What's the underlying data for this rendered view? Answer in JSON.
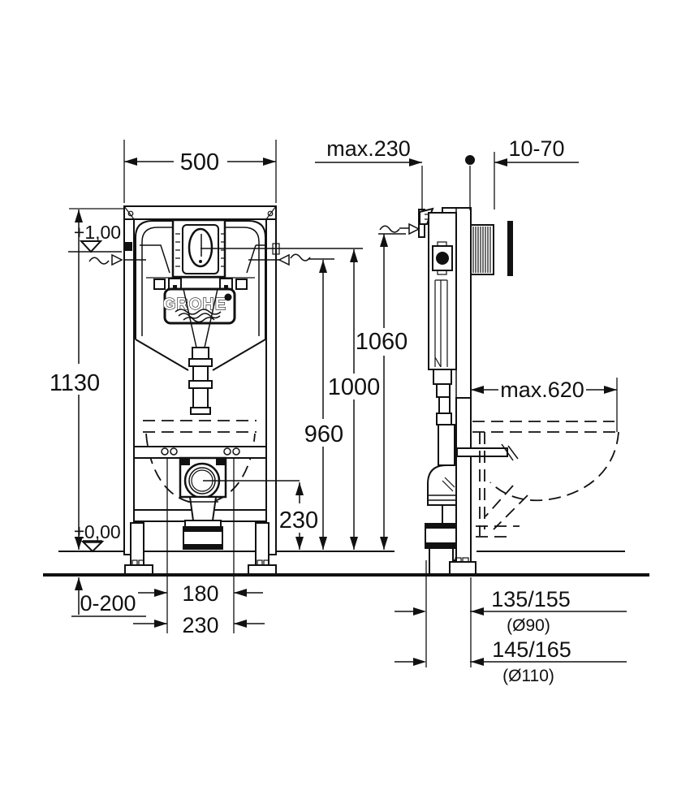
{
  "logo": {
    "brand": "GROHE"
  },
  "front_view": {
    "dim_width": "500",
    "dim_height": "1130",
    "level_top": "+1,00",
    "level_zero": "±0,00",
    "dim_floor_adjust": "0-200",
    "dim_bolt_inner": "180",
    "dim_bolt_outer": "230"
  },
  "side_view": {
    "dim_depth": "max.230",
    "dim_wall_range": "10-70",
    "dim_height_top": "1060",
    "dim_height_plate": "1000",
    "dim_height_supply": "960",
    "dim_height_outlet": "230",
    "dim_bowl_depth": "max.620",
    "dim_outlet_a": "135/155",
    "dim_outlet_a_dia": "(Ø90)",
    "dim_outlet_b": "145/165",
    "dim_outlet_b_dia": "(Ø110)"
  }
}
